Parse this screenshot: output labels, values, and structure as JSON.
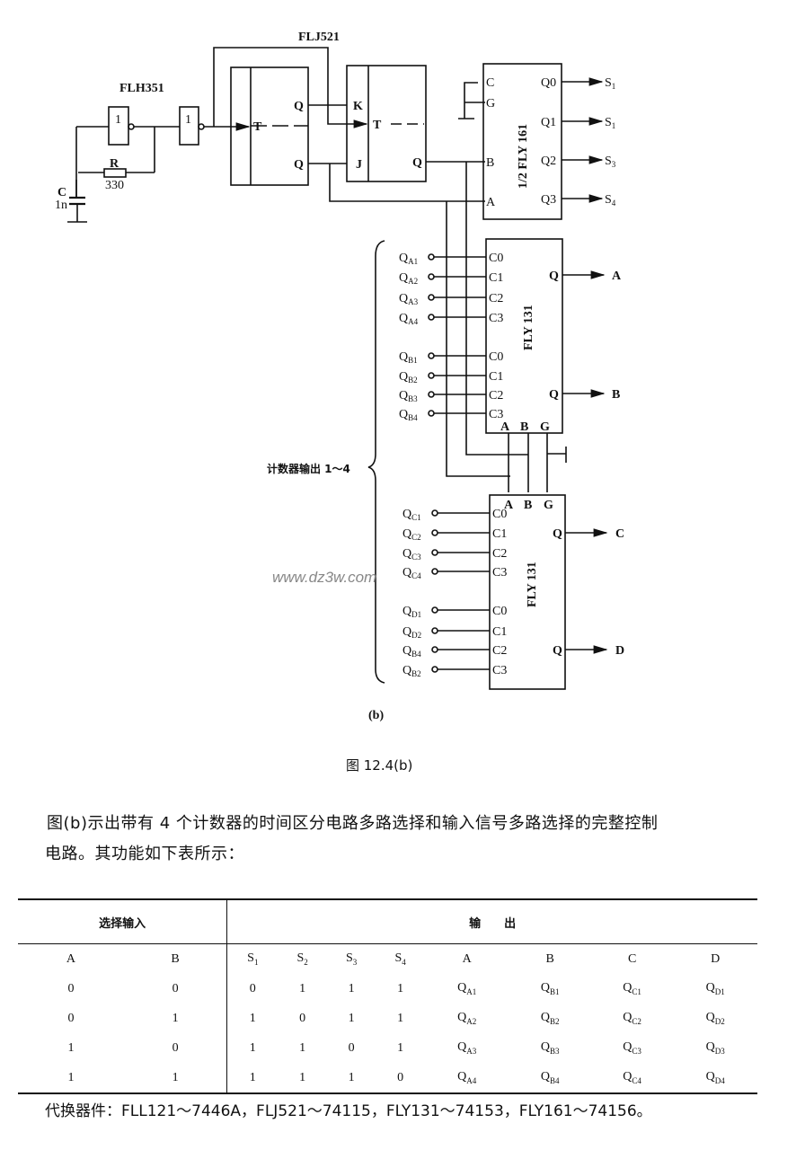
{
  "diagram": {
    "oscillator_label": "FLH351",
    "flipflop_label": "FLJ521",
    "inverter_glyph": "1",
    "resistor": {
      "name": "R",
      "value": "330"
    },
    "capacitor": {
      "name": "C",
      "value": "1n"
    },
    "ff_pins": {
      "t": "T",
      "q": "Q",
      "k": "K",
      "j": "J"
    },
    "decoder": {
      "label": "1/2 FLY 161",
      "inputs": [
        "C",
        "G",
        "B",
        "A"
      ],
      "outputs": [
        "Q0",
        "Q1",
        "Q2",
        "Q3"
      ],
      "output_signals": [
        {
          "base": "S",
          "sub": "1"
        },
        {
          "base": "S",
          "sub": "1"
        },
        {
          "base": "S",
          "sub": "3"
        },
        {
          "base": "S",
          "sub": "4"
        }
      ]
    },
    "mux1": {
      "label": "FLY 131",
      "pins": [
        "C0",
        "C1",
        "C2",
        "C3",
        "C0",
        "C1",
        "C2",
        "C3"
      ],
      "inputs": [
        {
          "base": "Q",
          "sub": "A1"
        },
        {
          "base": "Q",
          "sub": "A2"
        },
        {
          "base": "Q",
          "sub": "A3"
        },
        {
          "base": "Q",
          "sub": "A4"
        },
        {
          "base": "Q",
          "sub": "B1"
        },
        {
          "base": "Q",
          "sub": "B2"
        },
        {
          "base": "Q",
          "sub": "B3"
        },
        {
          "base": "Q",
          "sub": "B4"
        }
      ],
      "select_pins": [
        "A",
        "B",
        "G"
      ],
      "outputs": [
        "Q",
        "Q"
      ],
      "output_signals": [
        "A",
        "B"
      ]
    },
    "mux2": {
      "label": "FLY 131",
      "pins": [
        "C0",
        "C1",
        "C2",
        "C3",
        "C0",
        "C1",
        "C2",
        "C3"
      ],
      "inputs": [
        {
          "base": "Q",
          "sub": "C1"
        },
        {
          "base": "Q",
          "sub": "C2"
        },
        {
          "base": "Q",
          "sub": "C3"
        },
        {
          "base": "Q",
          "sub": "C4"
        },
        {
          "base": "Q",
          "sub": "D1"
        },
        {
          "base": "Q",
          "sub": "D2"
        },
        {
          "base": "Q",
          "sub": "B4"
        },
        {
          "base": "Q",
          "sub": "B2"
        }
      ],
      "select_pins": [
        "A",
        "B",
        "G"
      ],
      "outputs": [
        "Q",
        "Q"
      ],
      "output_signals": [
        "C",
        "D"
      ]
    },
    "brace_label": "计数器输出 1～4",
    "watermark": "www.dz3w.com",
    "sub_caption": "(b)",
    "figure_caption": "图 12.4(b)"
  },
  "paragraph": {
    "line1": "图(b)示出带有 4 个计数器的时间区分电路多路选择和输入信号多路选择的完整控制",
    "line2": "电路。其功能如下表所示："
  },
  "table": {
    "group_headers": {
      "inputs": "选择输入",
      "outputs": "输　　出"
    },
    "columns": [
      {
        "base": "A",
        "sub": ""
      },
      {
        "base": "B",
        "sub": ""
      },
      {
        "base": "S",
        "sub": "1"
      },
      {
        "base": "S",
        "sub": "2"
      },
      {
        "base": "S",
        "sub": "3"
      },
      {
        "base": "S",
        "sub": "4"
      },
      {
        "base": "A",
        "sub": ""
      },
      {
        "base": "B",
        "sub": ""
      },
      {
        "base": "C",
        "sub": ""
      },
      {
        "base": "D",
        "sub": ""
      }
    ],
    "rows": [
      [
        "0",
        "0",
        "0",
        "1",
        "1",
        "1",
        "Q|A1",
        "Q|B1",
        "Q|C1",
        "Q|D1"
      ],
      [
        "0",
        "1",
        "1",
        "0",
        "1",
        "1",
        "Q|A2",
        "Q|B2",
        "Q|C2",
        "Q|D2"
      ],
      [
        "1",
        "0",
        "1",
        "1",
        "0",
        "1",
        "Q|A3",
        "Q|B3",
        "Q|C3",
        "Q|D3"
      ],
      [
        "1",
        "1",
        "1",
        "1",
        "1",
        "0",
        "Q|A4",
        "Q|B4",
        "Q|C4",
        "Q|D4"
      ]
    ]
  },
  "footnote": "代换器件：FLL121～7446A，FLJ521～74115，FLY131～74153，FLY161～74156。"
}
